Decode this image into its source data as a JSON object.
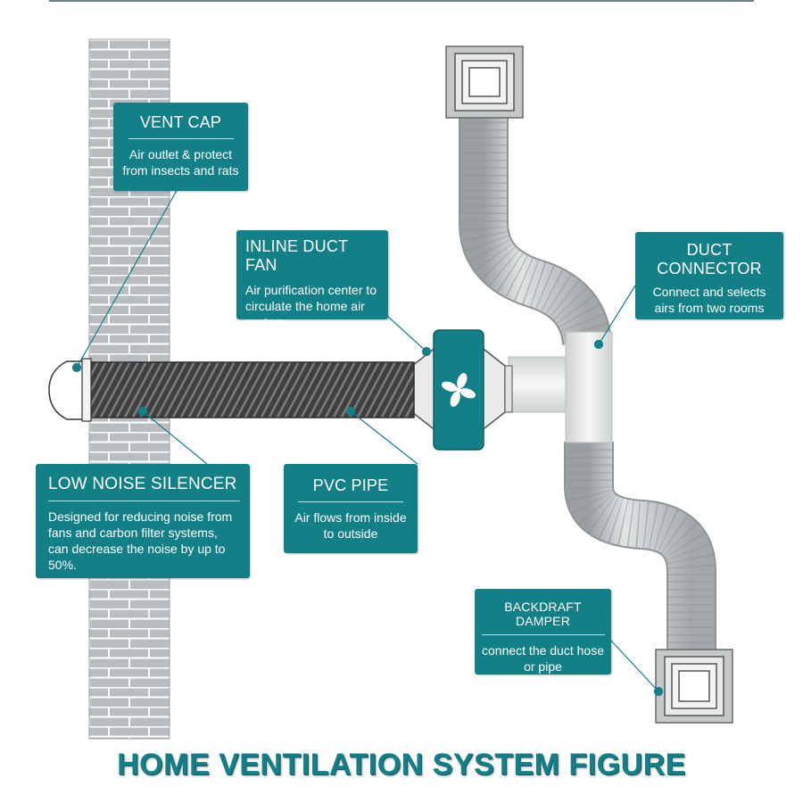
{
  "figure_title": "HOME VENTILATION SYSTEM FIGURE",
  "labels": {
    "vent_cap": {
      "title": "VENT CAP",
      "desc": "Air outlet  & protect from insects and rats"
    },
    "inline_duct_fan": {
      "title": "INLINE DUCT FAN",
      "desc": "Air purification center to circulate the home air system"
    },
    "duct_connector": {
      "title": "DUCT CONNECTOR",
      "desc": "Connect and selects airs from two rooms"
    },
    "low_noise_silencer": {
      "title": "LOW NOISE SILENCER",
      "desc": "Designed for reducing noise from fans and carbon filter systems, can decrease the noise by up to 50%."
    },
    "pvc_pipe": {
      "title": "PVC PIPE",
      "desc": "Air flows from inside to outside"
    },
    "backdraft_damper": {
      "title": "BACKDRAFT DAMPER",
      "desc": "connect the duct hose or pipe"
    }
  },
  "colors": {
    "accent": "#137f87",
    "brick": "#b9bdbf",
    "mortar": "#ffffff",
    "duct": "#c6c9ca",
    "pipe": "#4a4a4a"
  }
}
